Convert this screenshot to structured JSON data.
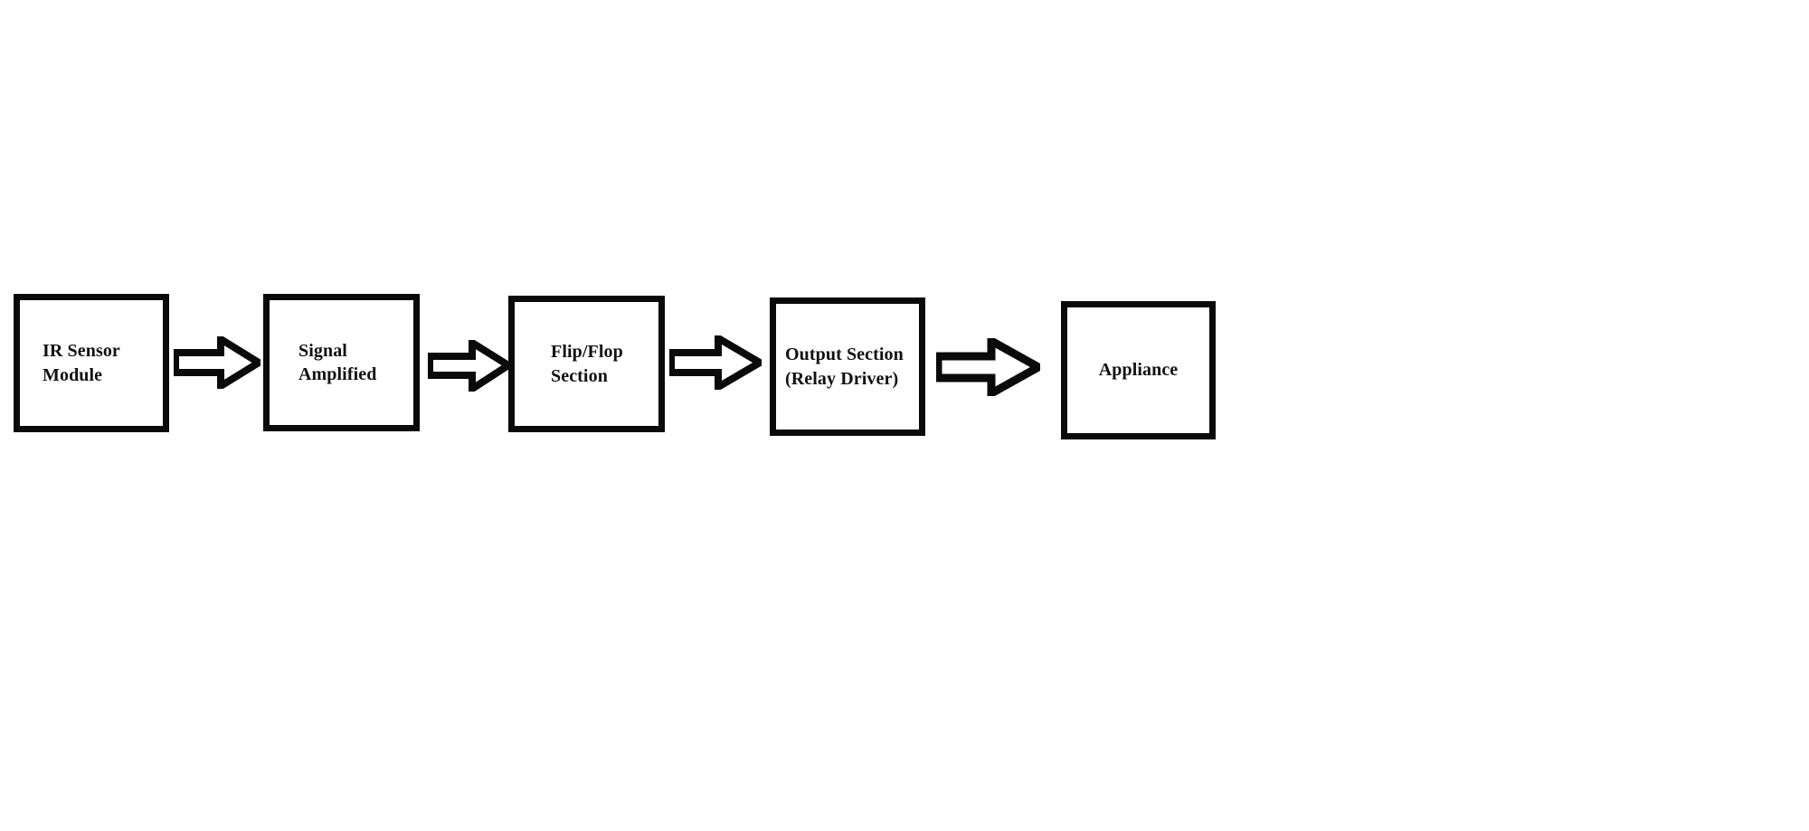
{
  "diagram": {
    "type": "block-flow-diagram",
    "orientation": "left-to-right",
    "background_color": "#ffffff",
    "stroke_color": "#0a0a0a",
    "text_color": "#111111",
    "nodes": [
      {
        "id": "ir-sensor-module",
        "label": "IR Sensor\nModule"
      },
      {
        "id": "signal-amplified",
        "label": "Signal\nAmplified"
      },
      {
        "id": "flip-flop-section",
        "label": "Flip/Flop\nSection"
      },
      {
        "id": "output-section",
        "label": "Output Section\n(Relay Driver)"
      },
      {
        "id": "appliance",
        "label": "Appliance"
      }
    ],
    "connectors": [
      {
        "id": "arrow-1",
        "from": "ir-sensor-module",
        "to": "signal-amplified",
        "shape": "block-arrow-right"
      },
      {
        "id": "arrow-2",
        "from": "signal-amplified",
        "to": "flip-flop-section",
        "shape": "block-arrow-right"
      },
      {
        "id": "arrow-3",
        "from": "flip-flop-section",
        "to": "output-section",
        "shape": "block-arrow-right"
      },
      {
        "id": "arrow-4",
        "from": "output-section",
        "to": "appliance",
        "shape": "block-arrow-right"
      }
    ]
  }
}
